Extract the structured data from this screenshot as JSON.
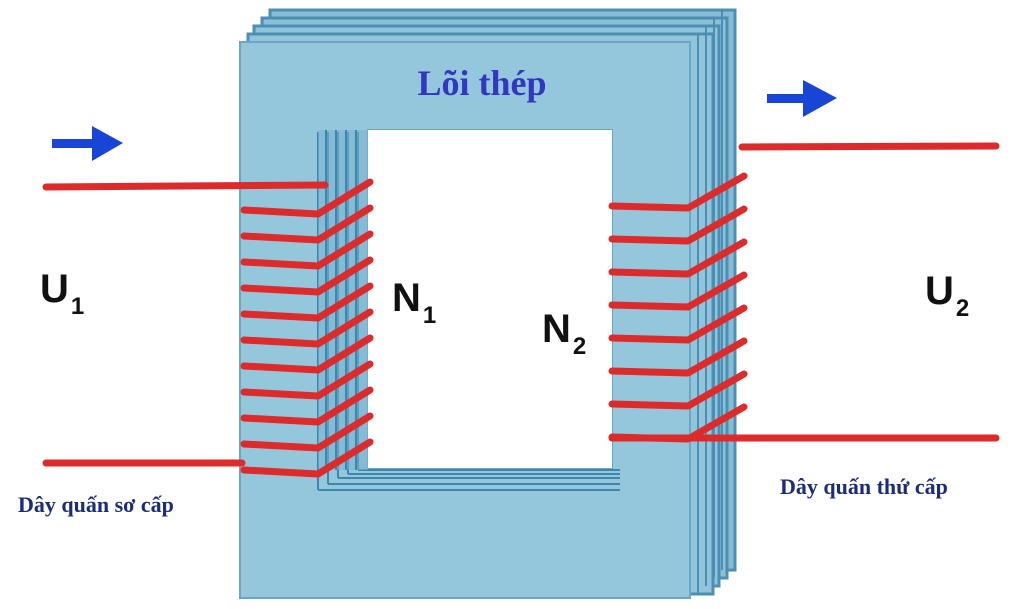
{
  "core": {
    "label": "Lõi thép",
    "face_color": "#94c6dc",
    "edge_color": "#5f9ec0",
    "inner_edge_color": "#3f86ad"
  },
  "primary": {
    "voltage_main": "U",
    "voltage_sub": "1",
    "turns_main": "N",
    "turns_sub": "1",
    "caption": "Dây quấn sơ cấp",
    "turn_count": 11
  },
  "secondary": {
    "voltage_main": "U",
    "voltage_sub": "2",
    "turns_main": "N",
    "turns_sub": "2",
    "caption": "Dây quấn thứ cấp",
    "turn_count": 8
  },
  "colors": {
    "wire": "#dd2b2b",
    "arrow": "#1845d6",
    "core_label": "#3237c0",
    "caption": "#1c2c7c",
    "symbol": "#111111"
  }
}
